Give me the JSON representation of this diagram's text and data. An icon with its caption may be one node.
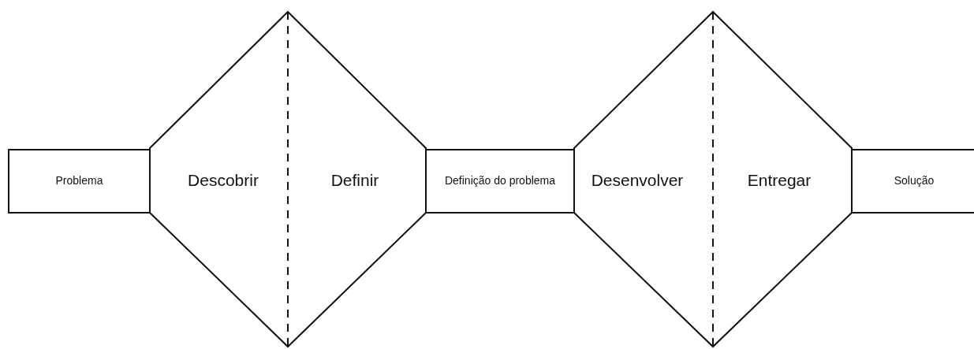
{
  "diagram": {
    "nodes": [
      {
        "text": [
          "Problema"
        ]
      },
      {
        "text": [
          "Descobrir",
          "Definir"
        ]
      },
      {
        "text": [
          "Definição do problema"
        ]
      },
      {
        "text": [
          "Desenvolver",
          "Entregar"
        ]
      },
      {
        "text": [
          "Solução"
        ]
      }
    ]
  }
}
